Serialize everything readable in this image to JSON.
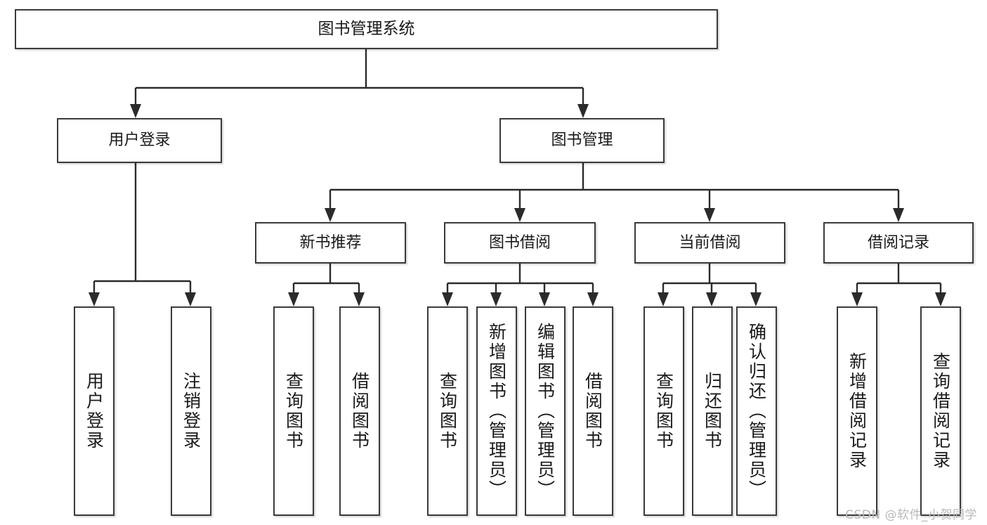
{
  "diagram": {
    "type": "tree",
    "title": "图书管理系统",
    "watermark": "CSDN @软件_小贺同学",
    "colors": {
      "box_border": "#3a3a3a",
      "line": "#2b2b2b",
      "background": "#ffffff",
      "text": "#1a1a1a",
      "watermark": "#b9b9b9"
    },
    "nodes": {
      "root": {
        "label": "图书管理系统"
      },
      "level2": [
        {
          "label": "用户登录"
        },
        {
          "label": "图书管理"
        }
      ],
      "level3": [
        {
          "label": "新书推荐"
        },
        {
          "label": "图书借阅"
        },
        {
          "label": "当前借阅"
        },
        {
          "label": "借阅记录"
        }
      ],
      "leaves": {
        "user_login": [
          {
            "label": "用户登录"
          },
          {
            "label": "注销登录"
          }
        ],
        "new_book_recommend": [
          {
            "label": "查询图书"
          },
          {
            "label": "借阅图书"
          }
        ],
        "book_borrow": [
          {
            "label": "查询图书"
          },
          {
            "label": "新增图书（管理员）"
          },
          {
            "label": "编辑图书（管理员）"
          },
          {
            "label": "借阅图书"
          }
        ],
        "current_borrow": [
          {
            "label": "查询图书"
          },
          {
            "label": "归还图书"
          },
          {
            "label": "确认归还（管理员）"
          }
        ],
        "borrow_record": [
          {
            "label": "新增借阅记录"
          },
          {
            "label": "查询借阅记录"
          }
        ]
      }
    }
  }
}
